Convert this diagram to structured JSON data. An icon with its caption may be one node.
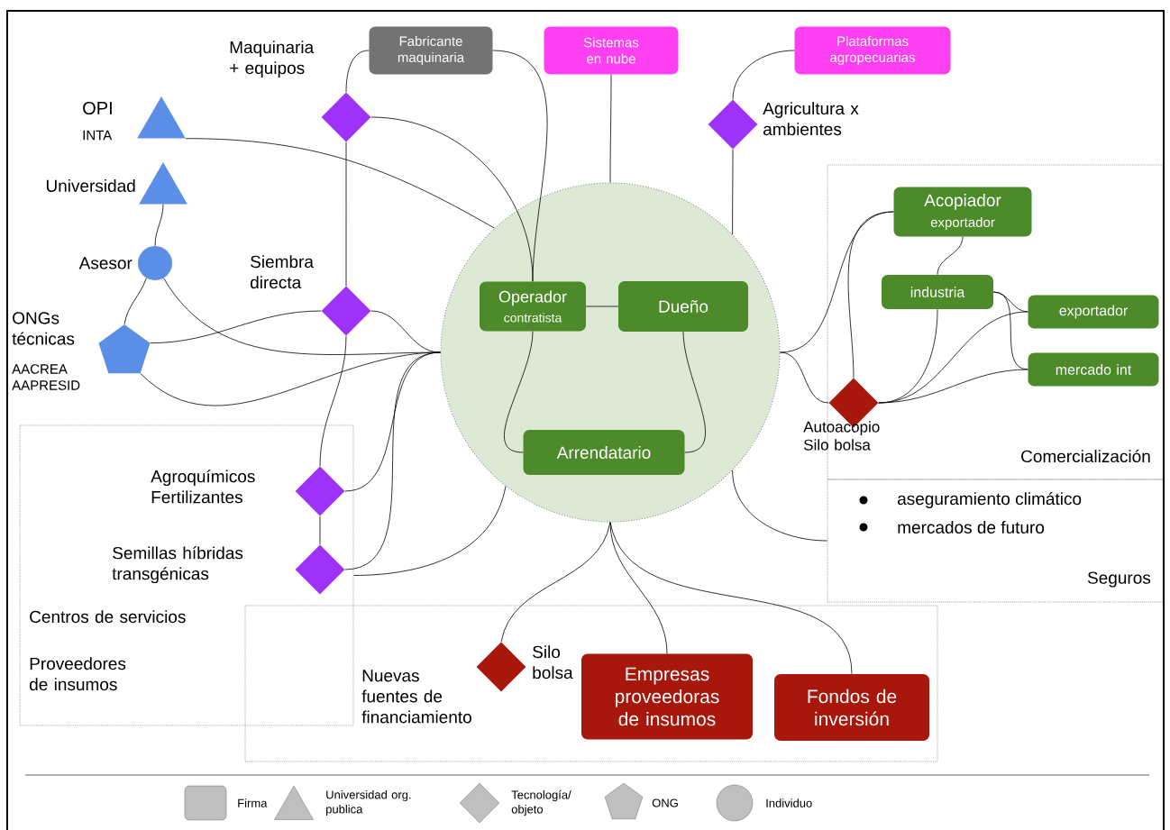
{
  "diagram": {
    "nodes": [
      {
        "text": [],
        "shape": "circle"
      },
      {
        "text": [
          "Operador",
          "contratista"
        ],
        "in": 0
      },
      {
        "text": [
          "Dueño"
        ],
        "in": 0
      },
      {
        "text": [
          "Arrendatario"
        ],
        "in": 0
      },
      {
        "text": [
          "Fabricante maquinaria"
        ]
      },
      {
        "text": [
          "Sistemas en nube"
        ]
      },
      {
        "text": [
          "Plataformas agropecuarias"
        ]
      },
      {
        "text": [
          "Maquinaria + equipos"
        ]
      },
      {
        "text": [
          "Agricultura x ambientes"
        ]
      },
      {
        "text": [
          "OPI",
          "INTA"
        ]
      },
      {
        "text": [
          "Universidad"
        ]
      },
      {
        "text": [
          "Asesor"
        ]
      },
      {
        "text": [
          "ONGs técnicas",
          "AACREA AAPRESID"
        ]
      },
      {
        "text": [
          "Siembra directa"
        ]
      },
      {
        "text": [
          "Centros de servicios",
          "Proveedores de insumos"
        ]
      },
      {
        "text": [
          "Agroquímicos Fertilizantes"
        ],
        "in": 14
      },
      {
        "text": [
          "Semillas híbridas transgénicas"
        ],
        "in": 14
      },
      {
        "text": [
          "Nuevas fuentes de financiamiento"
        ]
      },
      {
        "text": [
          "Silo bolsa"
        ],
        "in": 17
      },
      {
        "text": [
          "Empresas proveedoras de insumos"
        ],
        "in": 17
      },
      {
        "text": [
          "Fondos de inversión"
        ],
        "in": 17
      },
      {
        "text": [
          "Comercialización"
        ]
      },
      {
        "text": [
          "Acopiador",
          "exportador"
        ],
        "in": 21
      },
      {
        "text": [
          "industria"
        ],
        "in": 21
      },
      {
        "text": [
          "exportador"
        ],
        "in": 21
      },
      {
        "text": [
          "mercado int"
        ],
        "in": 21
      },
      {
        "text": [
          "Autoacopio Silo bolsa"
        ],
        "in": 21
      },
      {
        "text": [
          "aseguramiento climático",
          "mercados de futuro",
          "Seguros"
        ]
      }
    ],
    "edges": [
      {
        "from": 4,
        "to": 7,
        "arrow": "none"
      },
      {
        "from": 4,
        "to": 1,
        "arrow": "none"
      },
      {
        "from": 7,
        "to": 1,
        "arrow": "none"
      },
      {
        "from": 7,
        "to": 13,
        "arrow": "none"
      },
      {
        "from": 13,
        "to": 15,
        "arrow": "none"
      },
      {
        "from": 15,
        "to": 16,
        "arrow": "none"
      },
      {
        "from": 5,
        "to": 0,
        "arrow": "none"
      },
      {
        "from": 6,
        "to": 8,
        "arrow": "none"
      },
      {
        "from": 8,
        "to": 0,
        "arrow": "none"
      },
      {
        "from": 9,
        "to": 0,
        "arrow": "none"
      },
      {
        "from": 10,
        "to": 11,
        "arrow": "none"
      },
      {
        "from": 11,
        "to": 12,
        "arrow": "none"
      },
      {
        "from": 11,
        "to": 0,
        "arrow": "none"
      },
      {
        "from": 12,
        "to": 13,
        "arrow": "none"
      },
      {
        "from": 12,
        "to": 0,
        "arrow": "none"
      },
      {
        "from": 13,
        "to": 0,
        "arrow": "none"
      },
      {
        "from": 15,
        "to": 0,
        "arrow": "none"
      },
      {
        "from": 16,
        "to": 0,
        "arrow": "none"
      },
      {
        "from": 0,
        "to": 14,
        "arrow": "none"
      },
      {
        "from": 0,
        "to": 18,
        "arrow": "none"
      },
      {
        "from": 0,
        "to": 19,
        "arrow": "none"
      },
      {
        "from": 0,
        "to": 20,
        "arrow": "none"
      },
      {
        "from": 0,
        "to": 27,
        "arrow": "none"
      },
      {
        "from": 0,
        "to": 22,
        "arrow": "none"
      },
      {
        "from": 0,
        "to": 26,
        "arrow": "none"
      },
      {
        "from": 1,
        "to": 2,
        "arrow": "none"
      },
      {
        "from": 1,
        "to": 3,
        "arrow": "none"
      },
      {
        "from": 2,
        "to": 3,
        "arrow": "none"
      },
      {
        "from": 26,
        "to": 22,
        "arrow": "none"
      },
      {
        "from": 26,
        "to": 23,
        "arrow": "none"
      },
      {
        "from": 26,
        "to": 24,
        "arrow": "none"
      },
      {
        "from": 26,
        "to": 25,
        "arrow": "none"
      },
      {
        "from": 22,
        "to": 23,
        "arrow": "none"
      },
      {
        "from": 23,
        "to": 24,
        "arrow": "none"
      },
      {
        "from": 23,
        "to": 25,
        "arrow": "none"
      }
    ],
    "legend": [
      {
        "text": "Firma"
      },
      {
        "text": "Universidad org. publica"
      },
      {
        "text": "Tecnología/ objeto"
      },
      {
        "text": "ONG"
      },
      {
        "text": "Individuo"
      }
    ]
  }
}
